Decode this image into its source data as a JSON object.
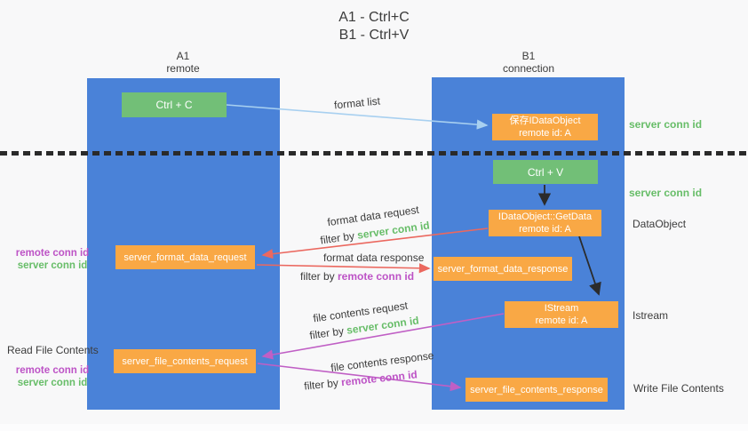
{
  "title": {
    "line1": "A1 - Ctrl+C",
    "line2": "B1 - Ctrl+V"
  },
  "lanes": {
    "a": {
      "name": "A1",
      "role": "remote"
    },
    "b": {
      "name": "B1",
      "role": "connection"
    }
  },
  "nodes": {
    "ctrl_c": {
      "label": "Ctrl + C"
    },
    "save_idataobject": {
      "line1": "保存IDataObject",
      "line2": "remote id: A"
    },
    "ctrl_v": {
      "label": "Ctrl + V"
    },
    "getdata": {
      "line1": "IDataObject::GetData",
      "line2": "remote id: A"
    },
    "format_request": {
      "label": "server_format_data_request"
    },
    "format_response": {
      "label": "server_format_data_response"
    },
    "istream": {
      "line1": "IStream",
      "line2": "remote id: A"
    },
    "file_request": {
      "label": "server_file_contents_request"
    },
    "file_response": {
      "label": "server_file_contents_response"
    }
  },
  "flow_labels": {
    "format_list": "format list",
    "format_data_request": "format data request",
    "filter_by_server_1": {
      "prefix": "filter by ",
      "term": "server conn id"
    },
    "format_data_response": "format data response",
    "filter_by_remote_1": {
      "prefix": "filter by ",
      "term": "remote conn id"
    },
    "file_contents_request": "file contents request",
    "filter_by_server_2": {
      "prefix": "filter by ",
      "term": "server conn id"
    },
    "file_contents_response": "file contents response",
    "filter_by_remote_2": {
      "prefix": "filter by ",
      "term": "remote conn id"
    }
  },
  "side_labels": {
    "server_conn_id_right_top": "server conn id",
    "server_conn_id_right_mid": "server conn id",
    "dataobject": "DataObject",
    "istream": "Istream",
    "write_file_contents": "Write File Contents",
    "remote_conn_id_left_1": "remote conn id",
    "server_conn_id_left_1": "server conn id",
    "read_file_contents": "Read File Contents",
    "remote_conn_id_left_2": "remote conn id",
    "server_conn_id_left_2": "server conn id"
  },
  "colors": {
    "background": "#f8f8f9",
    "lane_blue": "#4a82d8",
    "node_green": "#72bf77",
    "node_orange": "#f9a845",
    "arrow_blue": "#a8d0f0",
    "arrow_red": "#eb685f",
    "arrow_magenta": "#c05fc5",
    "arrow_black": "#2b2b2b",
    "text_green": "#67bd68",
    "text_magenta": "#bd53c6",
    "text_dark": "#3b3b3b"
  }
}
